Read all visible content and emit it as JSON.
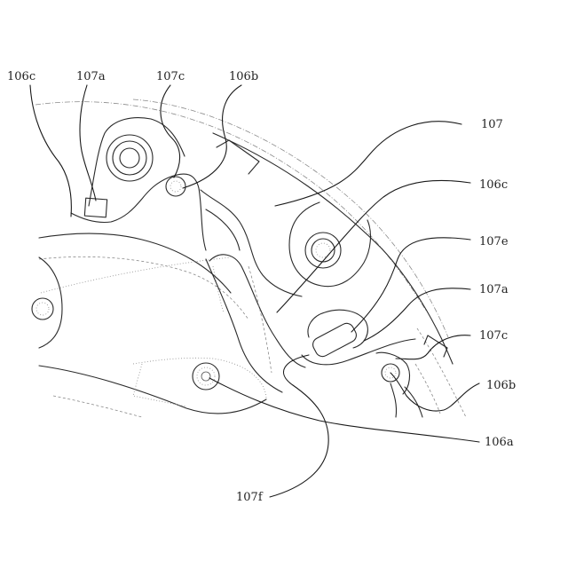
{
  "labels": {
    "l_106c_top": "106c",
    "l_107a_top": "107a",
    "l_107c_top": "107c",
    "l_106b_top": "106b",
    "l_107": "107",
    "l_106c_right": "106c",
    "l_107e": "107e",
    "l_107a_right": "107a",
    "l_107c_right": "107c",
    "l_106b_right": "106b",
    "l_106a": "106a",
    "l_107f": "107f"
  }
}
